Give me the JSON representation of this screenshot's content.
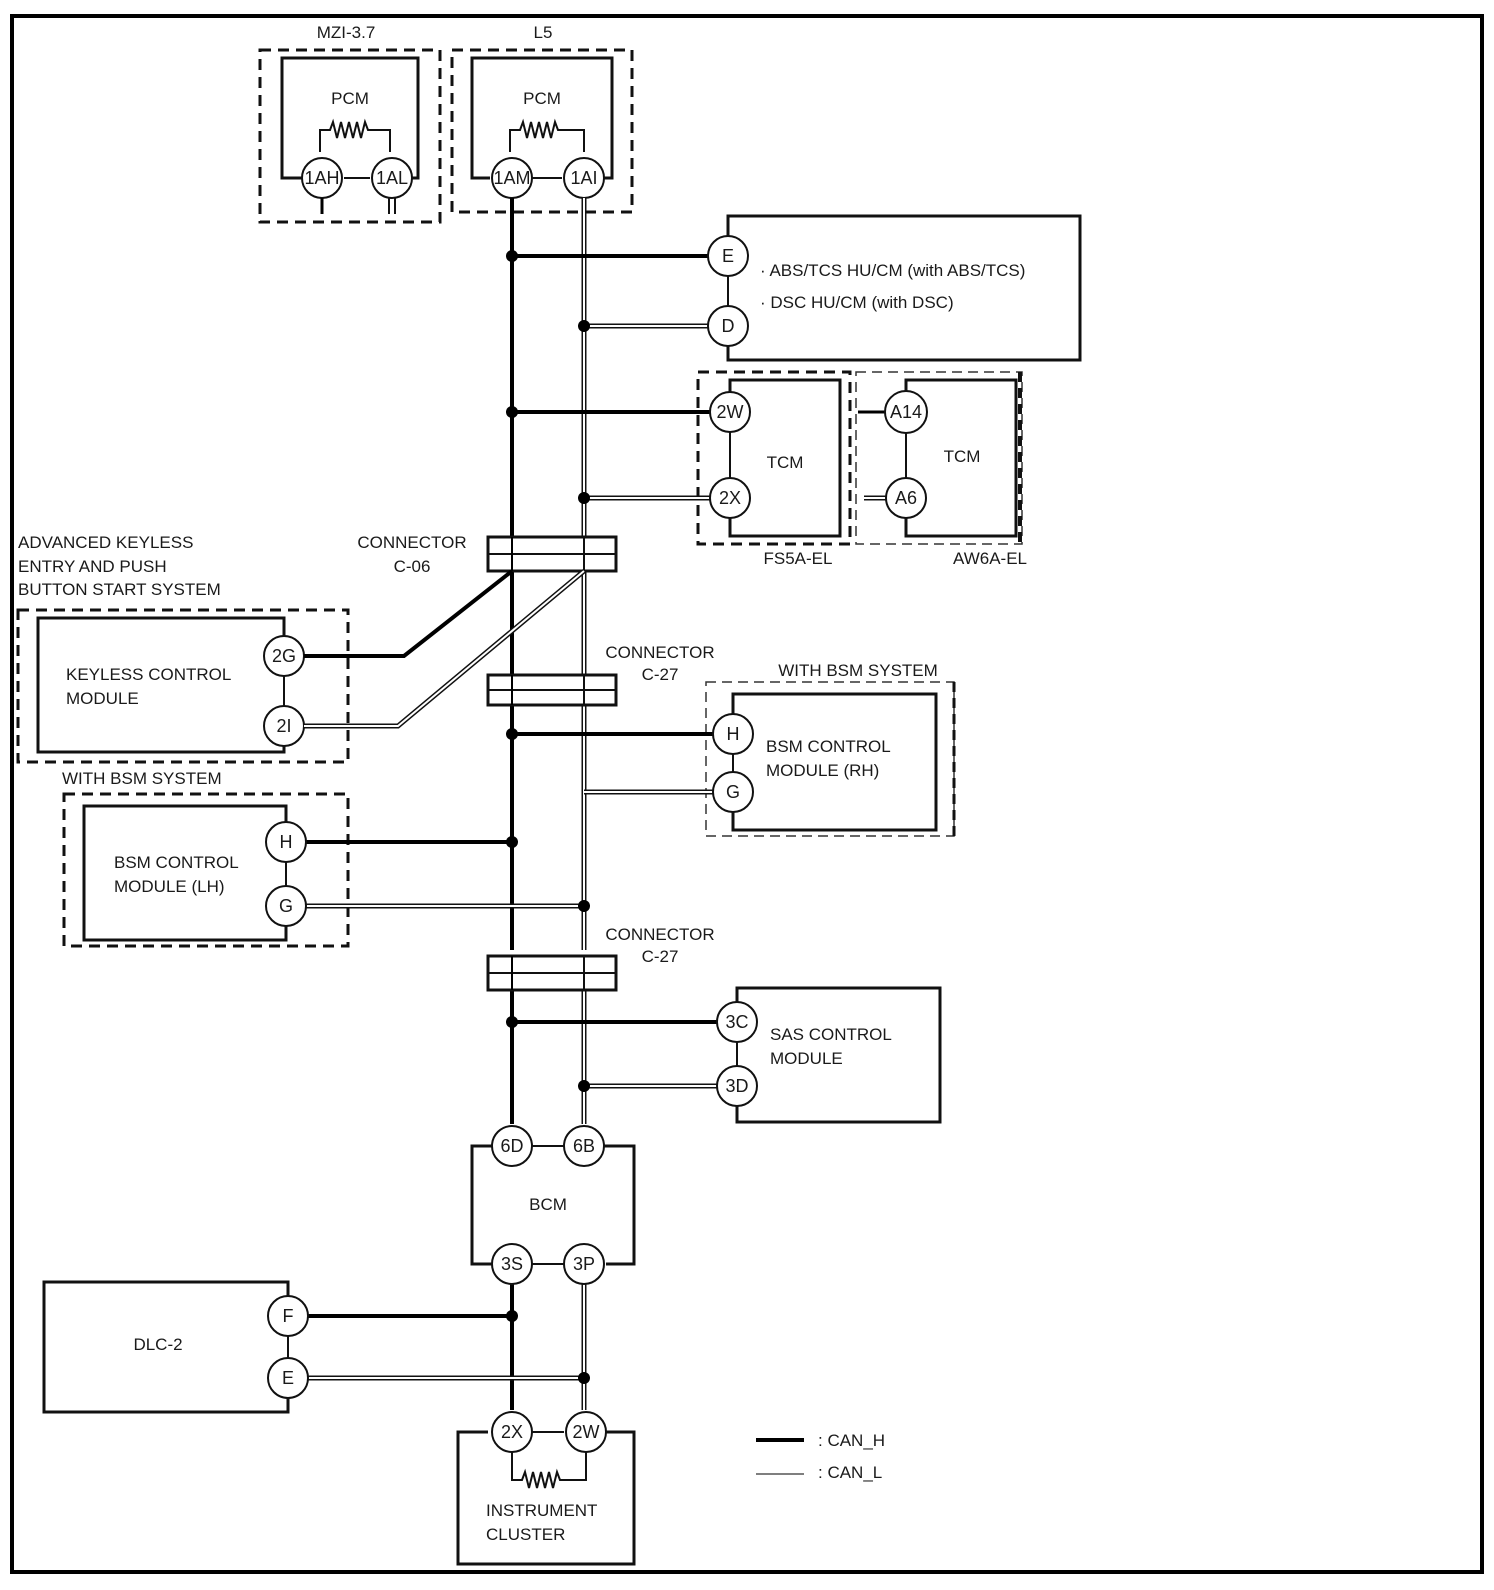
{
  "diagram": {
    "title": "CAN System Wiring Diagram",
    "legend": [
      {
        "key": "can_h",
        "label": ": CAN_H"
      },
      {
        "key": "can_l",
        "label": ": CAN_L"
      }
    ],
    "modules": {
      "pcm_mzi": {
        "variant": "MZI-3.7",
        "name": "PCM",
        "pins": [
          "1AH",
          "1AL"
        ]
      },
      "pcm_l5": {
        "variant": "L5",
        "name": "PCM",
        "pins": [
          "1AM",
          "1AI"
        ]
      },
      "abs": {
        "lines": [
          "· ABS/TCS HU/CM (with ABS/TCS)",
          "· DSC HU/CM (with DSC)"
        ],
        "pins": [
          "E",
          "D"
        ]
      },
      "tcm_fs5a": {
        "variant": "FS5A-EL",
        "name": "TCM",
        "pins": [
          "2W",
          "2X"
        ]
      },
      "tcm_aw6a": {
        "variant": "AW6A-EL",
        "name": "TCM",
        "pins": [
          "A14",
          "A6"
        ]
      },
      "keyless": {
        "group": [
          "ADVANCED KEYLESS",
          "ENTRY AND PUSH",
          "BUTTON START SYSTEM"
        ],
        "name": [
          "KEYLESS CONTROL",
          "MODULE"
        ],
        "pins": [
          "2G",
          "2I"
        ]
      },
      "bsm_rh": {
        "group": "WITH BSM SYSTEM",
        "name": [
          "BSM CONTROL",
          "MODULE (RH)"
        ],
        "pins": [
          "H",
          "G"
        ]
      },
      "bsm_lh": {
        "group": "WITH BSM SYSTEM",
        "name": [
          "BSM CONTROL",
          "MODULE (LH)"
        ],
        "pins": [
          "H",
          "G"
        ]
      },
      "sas": {
        "name": [
          "SAS CONTROL",
          "MODULE"
        ],
        "pins": [
          "3C",
          "3D"
        ]
      },
      "bcm": {
        "name": "BCM",
        "pins": [
          "6D",
          "6B",
          "3S",
          "3P"
        ]
      },
      "dlc": {
        "name": "DLC-2",
        "pins": [
          "F",
          "E"
        ]
      },
      "cluster": {
        "name": [
          "INSTRUMENT",
          "CLUSTER"
        ],
        "pins": [
          "2X",
          "2W"
        ]
      }
    },
    "connectors": [
      {
        "label": "CONNECTOR",
        "id": "C-06"
      },
      {
        "label": "CONNECTOR",
        "id": "C-27"
      },
      {
        "label": "CONNECTOR",
        "id": "C-27"
      }
    ]
  }
}
